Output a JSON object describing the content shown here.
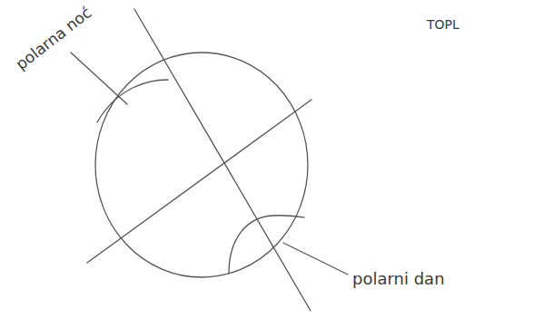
{
  "diagram": {
    "labels": [
      "polarna noć",
      "polarni dan",
      "TOPL"
    ]
  }
}
